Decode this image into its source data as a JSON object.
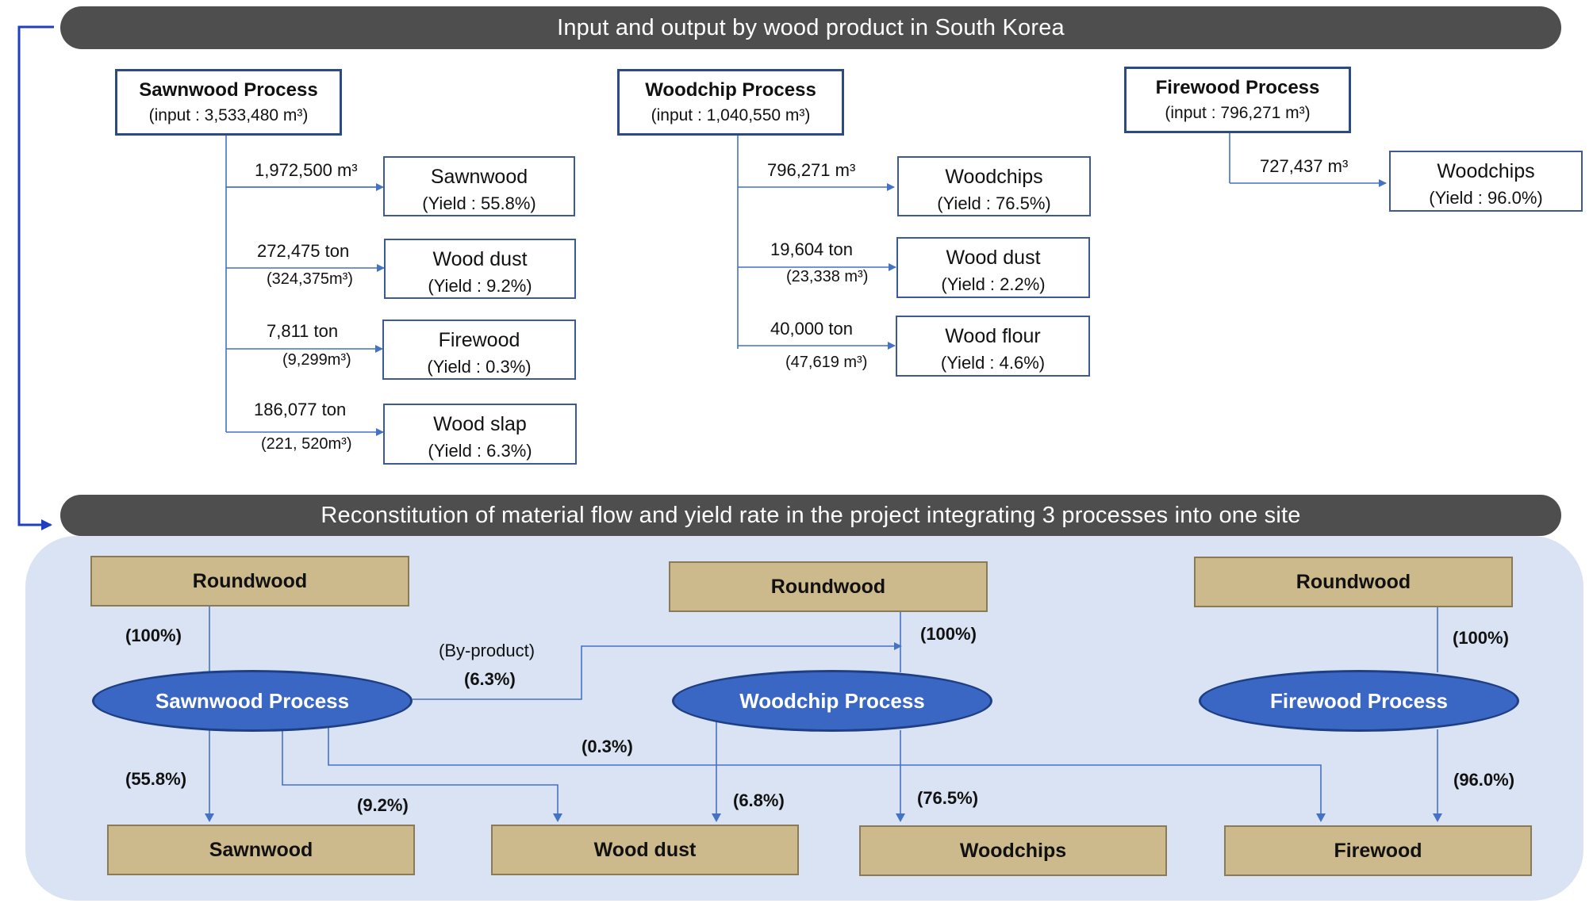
{
  "top_banner": "Input and output by wood product in South Korea",
  "bottom_banner": "Reconstitution of material flow and yield rate in the project integrating 3 processes into one site",
  "colors": {
    "banner_bg": "#4e4e4e",
    "panel_bg": "#dae3f3",
    "tan_box": "#cdba8c",
    "process_ellipse": "#3a66c4",
    "arrow": "#4472c4",
    "connector": "#1f3fc0"
  },
  "top": {
    "sawnwood_process": {
      "title": "Sawnwood Process",
      "input": "(input : 3,533,480 m³)",
      "outputs": [
        {
          "qty": "1,972,500 m³",
          "qty2": "",
          "name": "Sawnwood",
          "yield": "(Yield : 55.8%)"
        },
        {
          "qty": "272,475 ton",
          "qty2": "(324,375m³)",
          "name": "Wood dust",
          "yield": "(Yield : 9.2%)"
        },
        {
          "qty": "7,811 ton",
          "qty2": "(9,299m³)",
          "name": "Firewood",
          "yield": "(Yield : 0.3%)"
        },
        {
          "qty": "186,077 ton",
          "qty2": "(221, 520m³)",
          "name": "Wood slap",
          "yield": "(Yield : 6.3%)"
        }
      ]
    },
    "woodchip_process": {
      "title": "Woodchip Process",
      "input": "(input : 1,040,550 m³)",
      "outputs": [
        {
          "qty": "796,271 m³",
          "qty2": "",
          "name": "Woodchips",
          "yield": "(Yield : 76.5%)"
        },
        {
          "qty": "19,604 ton",
          "qty2": "(23,338 m³)",
          "name": "Wood dust",
          "yield": "(Yield : 2.2%)"
        },
        {
          "qty": "40,000 ton",
          "qty2": "(47,619 m³)",
          "name": "Wood flour",
          "yield": "(Yield : 4.6%)"
        }
      ]
    },
    "firewood_process": {
      "title": "Firewood Process",
      "input": "(input : 796,271 m³)",
      "outputs": [
        {
          "qty": "727,437 m³",
          "qty2": "",
          "name": "Woodchips",
          "yield": "(Yield : 96.0%)"
        }
      ]
    }
  },
  "bottom": {
    "roundwood": [
      "Roundwood",
      "Roundwood",
      "Roundwood"
    ],
    "processes": [
      "Sawnwood Process",
      "Woodchip Process",
      "Firewood Process"
    ],
    "products": [
      "Sawnwood",
      "Wood dust",
      "Woodchips",
      "Firewood"
    ],
    "pct": {
      "saw_in": "(100%)",
      "chip_in": "(100%)",
      "fire_in": "(100%)",
      "byproduct_label": "(By-product)",
      "byproduct": "(6.3%)",
      "saw_to_firewood": "(0.3%)",
      "saw_to_sawnwood": "(55.8%)",
      "saw_to_dust": "(9.2%)",
      "chip_to_dust": "(6.8%)",
      "chip_to_chips": "(76.5%)",
      "fire_to_firewood": "(96.0%)"
    }
  }
}
